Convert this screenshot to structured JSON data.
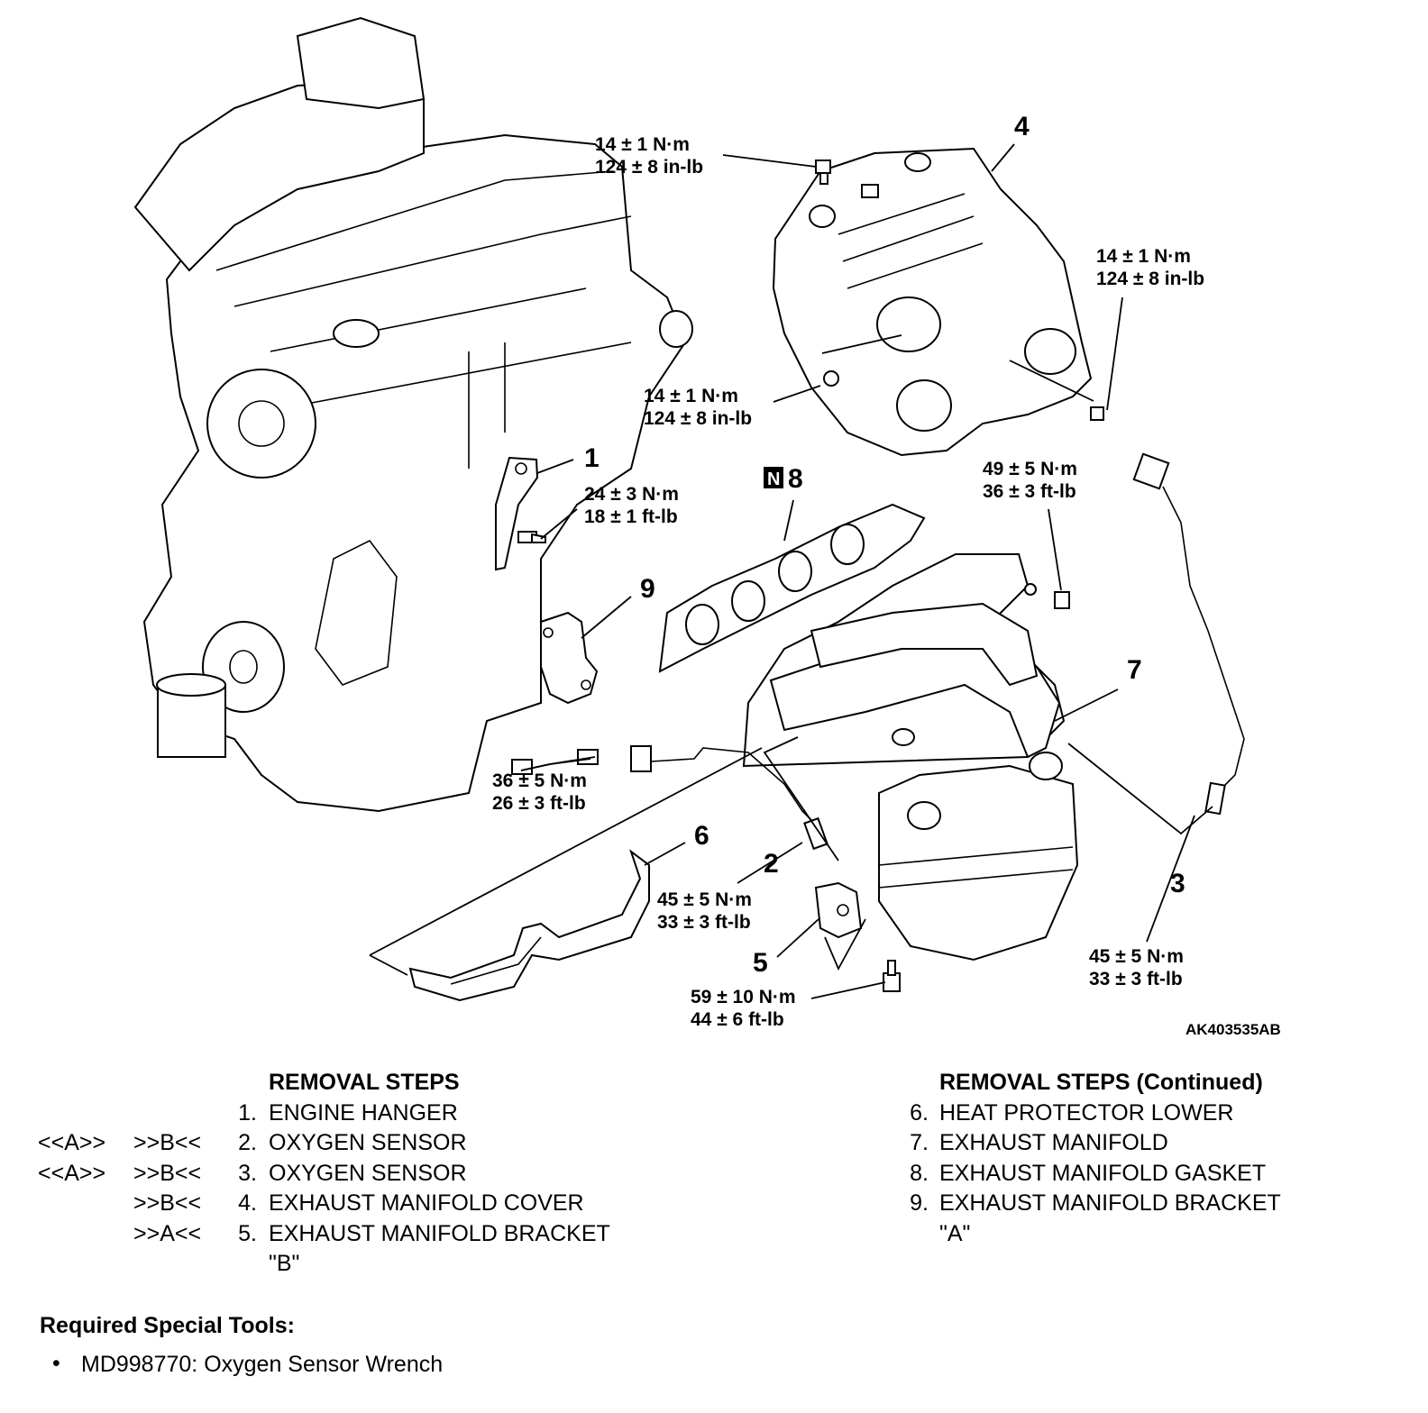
{
  "figure_id": "AK403535AB",
  "callouts": {
    "c1": "1",
    "c2": "2",
    "c3": "3",
    "c4": "4",
    "c5": "5",
    "c6": "6",
    "c7": "7",
    "c8": "8",
    "c9": "9",
    "c8_marker": "N"
  },
  "torques": {
    "t_cover_top_nm": "14 ± 1 N·m",
    "t_cover_top_inlb": "124 ± 8 in-lb",
    "t_cover_right_nm": "14 ± 1 N·m",
    "t_cover_right_inlb": "124 ± 8 in-lb",
    "t_cover_mid_nm": "14 ± 1 N·m",
    "t_cover_mid_inlb": "124 ± 8 in-lb",
    "t_hanger_nm": "24 ± 3 N·m",
    "t_hanger_ftlb": "18 ± 1 ft-lb",
    "t_nut_nm": "49 ± 5 N·m",
    "t_nut_ftlb": "36 ± 3 ft-lb",
    "t_bracket9_nm": "36 ± 5 N·m",
    "t_bracket9_ftlb": "26 ± 3 ft-lb",
    "t_sensor2_nm": "45 ± 5 N·m",
    "t_sensor2_ftlb": "33 ± 3 ft-lb",
    "t_sensor3_nm": "45 ± 5 N·m",
    "t_sensor3_ftlb": "33 ± 3 ft-lb",
    "t_bracket5_nm": "59 ± 10 N·m",
    "t_bracket5_ftlb": "44 ± 6 ft-lb"
  },
  "removal_steps": {
    "heading": "REMOVAL STEPS",
    "items": [
      {
        "ref_a": "",
        "ref_b": "",
        "index": "1.",
        "name": "ENGINE HANGER"
      },
      {
        "ref_a": "<<A>>",
        "ref_b": ">>B<<",
        "index": "2.",
        "name": "OXYGEN SENSOR"
      },
      {
        "ref_a": "<<A>>",
        "ref_b": ">>B<<",
        "index": "3.",
        "name": "OXYGEN SENSOR"
      },
      {
        "ref_a": "",
        "ref_b": ">>B<<",
        "index": "4.",
        "name": "EXHAUST MANIFOLD COVER"
      },
      {
        "ref_a": "",
        "ref_b": ">>A<<",
        "index": "5.",
        "name": "EXHAUST MANIFOLD BRACKET"
      }
    ],
    "continuation_5": "\"B\""
  },
  "removal_steps_continued": {
    "heading": "REMOVAL STEPS (Continued)",
    "items": [
      {
        "index": "6.",
        "name": "HEAT PROTECTOR LOWER"
      },
      {
        "index": "7.",
        "name": "EXHAUST MANIFOLD"
      },
      {
        "index": "8.",
        "name": "EXHAUST MANIFOLD GASKET"
      },
      {
        "index": "9.",
        "name": "EXHAUST MANIFOLD BRACKET"
      }
    ],
    "continuation_9": "\"A\""
  },
  "special_tools": {
    "title": "Required Special Tools:",
    "items": [
      "MD998770: Oxygen Sensor Wrench"
    ]
  }
}
